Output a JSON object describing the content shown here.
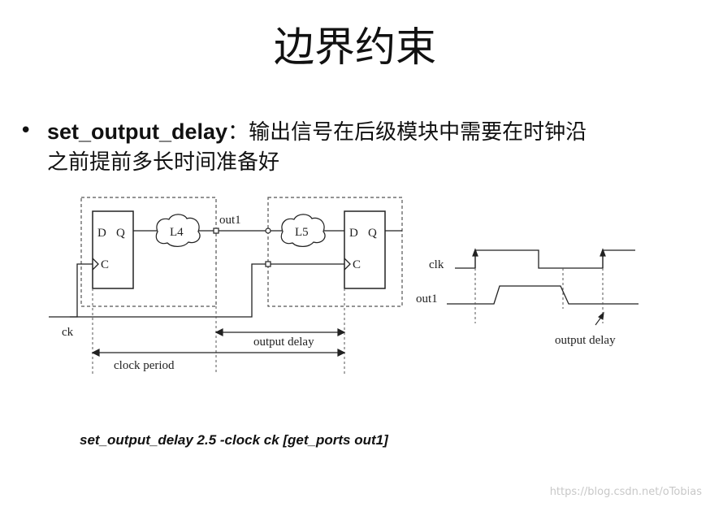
{
  "slide": {
    "title": "边界约束",
    "bullet": {
      "keyword": "set_output_delay",
      "separator": "：",
      "line1": "输出信号在后级模块中需要在时钟沿",
      "line2": "之前提前多长时间准备好"
    },
    "command": "set_output_delay 2.5 -clock ck [get_ports out1]",
    "watermark": "https://blog.csdn.net/oTobias"
  },
  "circuit": {
    "ff1": {
      "d": "D",
      "q": "Q",
      "c": "C"
    },
    "ff2": {
      "d": "D",
      "q": "Q",
      "c": "C"
    },
    "logic1": "L4",
    "logic2": "L5",
    "net_out": "out1",
    "net_clock": "ck",
    "span_output_delay": "output delay",
    "span_clock_period": "clock period"
  },
  "waveform": {
    "signal_clk": "clk",
    "signal_out": "out1",
    "annotation": "output delay"
  }
}
